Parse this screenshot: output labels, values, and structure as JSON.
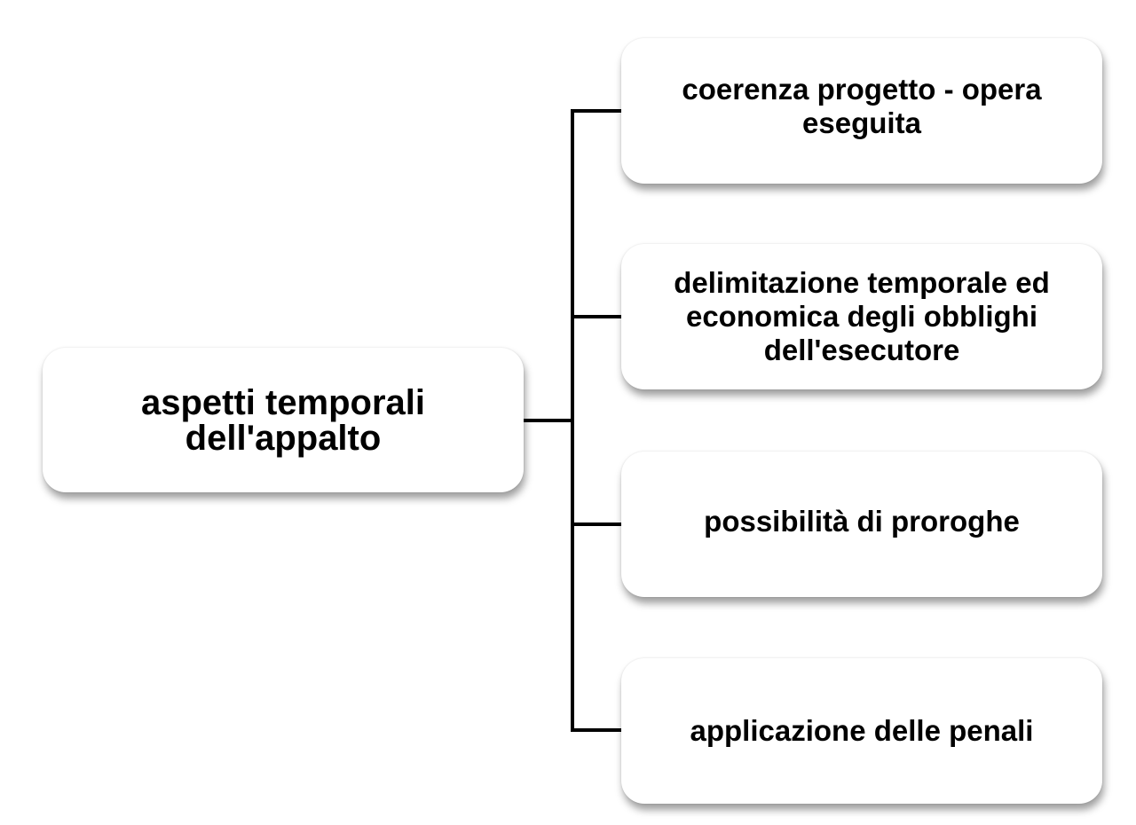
{
  "diagram": {
    "root": {
      "label": "aspetti temporali\ndell'appalto"
    },
    "children": [
      {
        "label": "coerenza progetto - opera\neseguita"
      },
      {
        "label": "delimitazione temporale ed\neconomica  degli obblighi\ndell'esecutore"
      },
      {
        "label": "possibilità di proroghe"
      },
      {
        "label": "applicazione delle penali"
      }
    ],
    "colors": {
      "connector": "#000000",
      "node_fill": "#ffffff",
      "text": "#000000"
    }
  }
}
